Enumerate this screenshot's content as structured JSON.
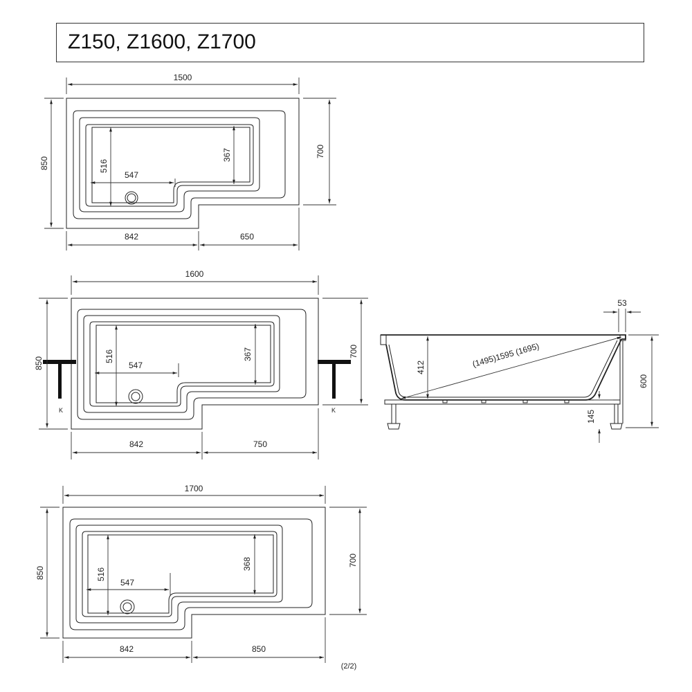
{
  "title": "Z150, Z1600, Z1700",
  "page_number": "(2/2)",
  "bath_1500": {
    "length": "1500",
    "width": "850",
    "narrow_width": "700",
    "inner_width": "516",
    "inner_depth": "367",
    "drain_offset": "547",
    "bottom_left": "842",
    "bottom_right": "650"
  },
  "bath_1600": {
    "length": "1600",
    "width": "850",
    "narrow_width": "700",
    "inner_width": "516",
    "inner_depth": "367",
    "drain_offset": "547",
    "bottom_left": "842",
    "bottom_right": "750",
    "leg_label_left": "K",
    "leg_label_right": "K"
  },
  "bath_1700": {
    "length": "1700",
    "width": "850",
    "narrow_width": "700",
    "inner_width": "516",
    "inner_depth": "368",
    "drain_offset": "547",
    "bottom_left": "842",
    "bottom_right": "850"
  },
  "side_view": {
    "rim": "53",
    "depth": "412",
    "diagonal": "(1495)1595 (1695)",
    "height": "600",
    "leg": "145"
  }
}
